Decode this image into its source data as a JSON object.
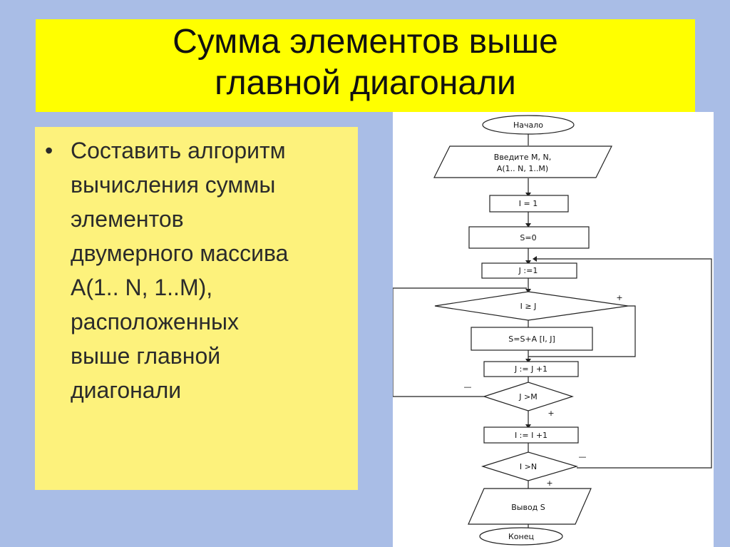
{
  "title": {
    "line1": "Сумма элементов выше",
    "line2": "главной диагонали"
  },
  "task": {
    "bullet": "•",
    "lines": [
      "Составить алгоритм",
      "вычисления суммы",
      "элементов",
      "двумерного массива",
      "А(1.. N, 1..M),",
      "расположенных",
      "выше главной",
      "диагонали"
    ]
  },
  "flowchart": {
    "start": "Начало",
    "input_line1": "Введите M, N,",
    "input_line2": "A(1.. N, 1..M)",
    "init_i": "I = 1",
    "init_s": "S=0",
    "init_j": "J :=1",
    "cond_ij": "I ≥ J",
    "sum": "S=S+A [I, J]",
    "inc_j": "J := J +1",
    "cond_jm": "J >M",
    "inc_i": "I := I +1",
    "cond_in": "I >N",
    "output": "Вывод S",
    "end": "Конец",
    "plus": "+",
    "minus": "—"
  }
}
